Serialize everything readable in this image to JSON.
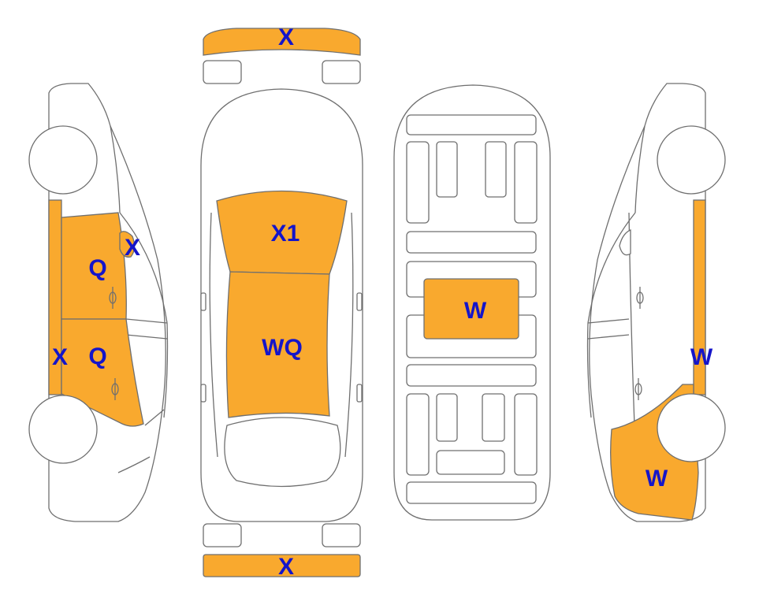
{
  "colors": {
    "damage_fill": "#F9A92E",
    "code_text": "#1515C9",
    "outline": "#6F6F6F"
  },
  "labels": {
    "front_bumper": "X",
    "rear_bumper": "X",
    "hood": "X1",
    "roof": "WQ",
    "cargo": "W",
    "left_front_door": "Q",
    "left_rear_door": "Q",
    "left_mirror": "X",
    "left_pillar": "X",
    "right_pillar": "W",
    "right_rear_quarter": "W"
  }
}
